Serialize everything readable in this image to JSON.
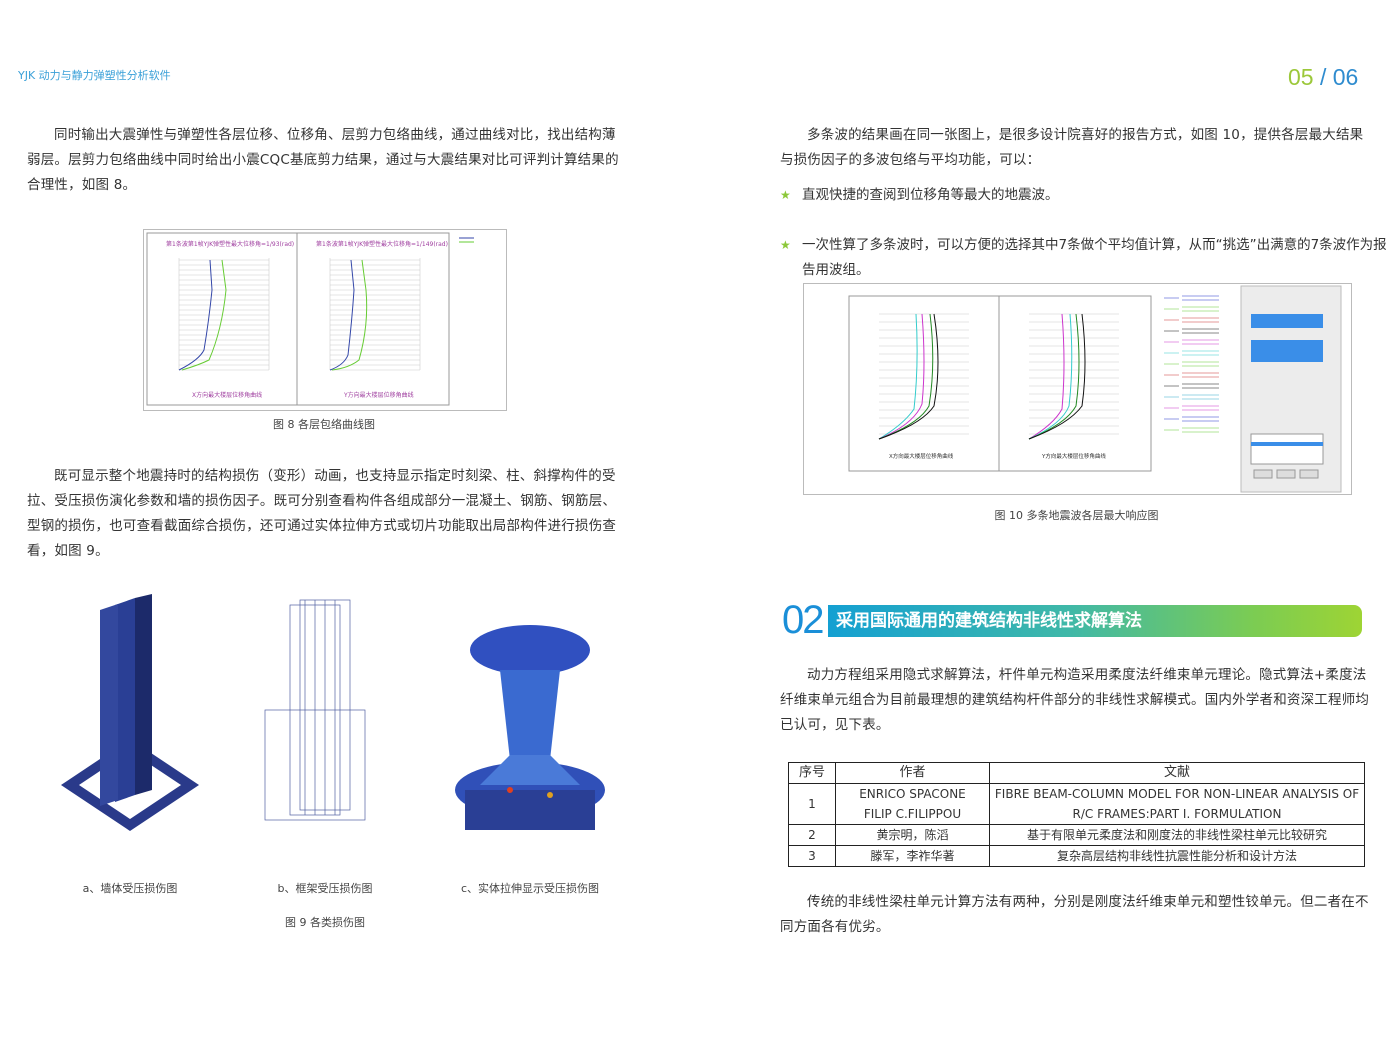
{
  "header": {
    "title": "YJK 动力与静力弹塑性分析软件",
    "page_current": "05",
    "page_sep": "/",
    "page_next": "06"
  },
  "left": {
    "para1": "同时输出大震弹性与弹塑性各层位移、位移角、层剪力包络曲线，通过曲线对比，找出结构薄弱层。层剪力包络曲线中同时给出小震CQC基底剪力结果，通过与大震结果对比可评判计算结果的合理性，如图 8。",
    "fig8": {
      "caption": "图 8 各层包络曲线图",
      "panel_x_title": "第1条波第1帧YJK弹塑性最大位移角=1/93(rad)",
      "panel_y_title": "第1条波第1帧YJK弹塑性最大位移角=1/149(rad)",
      "panel_x_subtitle": "X方向最大楼层位移角曲线",
      "panel_y_subtitle": "Y方向最大楼层位移角曲线"
    },
    "para2": "既可显示整个地震持时的结构损伤（变形）动画，也支持显示指定时刻梁、柱、斜撑构件的受拉、受压损伤演化参数和墙的损伤因子。既可分别查看构件各组成部分一混凝土、钢筋、钢筋层、型钢的损伤，也可查看截面综合损伤，还可通过实体拉伸方式或切片功能取出局部构件进行损伤查看，如图 9。",
    "fig9": {
      "sub_a": "a、墙体受压损伤图",
      "sub_b": "b、框架受压损伤图",
      "sub_c": "c、实体拉伸显示受压损伤图",
      "caption": "图 9 各类损伤图"
    }
  },
  "right": {
    "para1": "多条波的结果画在同一张图上，是很多设计院喜好的报告方式，如图 10，提供各层最大结果与损伤因子的多波包络与平均功能，可以：",
    "bullets": [
      "直观快捷的查阅到位移角等最大的地震波。",
      "一次性算了多条波时，可以方便的选择其中7条做个平均值计算，从而“挑选”出满意的7条波作为报告用波组。"
    ],
    "fig10": {
      "caption": "图 10 多条地震波各层最大响应图",
      "panel_x_subtitle": "X方向最大楼层位移角曲线",
      "panel_y_subtitle": "Y方向最大楼层位移角曲线"
    },
    "section": {
      "number": "02",
      "title": "采用国际通用的建筑结构非线性求解算法"
    },
    "para2": "动力方程组采用隐式求解算法，杆件单元构造采用柔度法纤维束单元理论。隐式算法+柔度法纤维束单元组合为目前最理想的建筑结构杆件部分的非线性求解模式。国内外学者和资深工程师均已认可，见下表。",
    "table": {
      "headers": [
        "序号",
        "作者",
        "文献"
      ],
      "rows": [
        {
          "no": "1",
          "author1": "ENRICO SPACONE",
          "author2": "FILIP C.FILIPPOU",
          "doc1": "FIBRE BEAM-COLUMN MODEL FOR NON-LINEAR ANALYSIS OF",
          "doc2": "R/C FRAMES:PART I. FORMULATION"
        },
        {
          "no": "2",
          "author1": "黄宗明，陈滔",
          "doc1": "基于有限单元柔度法和刚度法的非线性梁柱单元比较研究"
        },
        {
          "no": "3",
          "author1": "滕军，李祚华著",
          "doc1": "复杂高层结构非线性抗震性能分析和设计方法"
        }
      ]
    },
    "para3": "传统的非线性梁柱单元计算方法有两种，分别是刚度法纤维束单元和塑性铰单元。但二者在不同方面各有优劣。"
  },
  "colors": {
    "accent_blue": "#1a8fd8",
    "accent_green": "#9cc83a",
    "header_blue": "#3aa0d8"
  }
}
